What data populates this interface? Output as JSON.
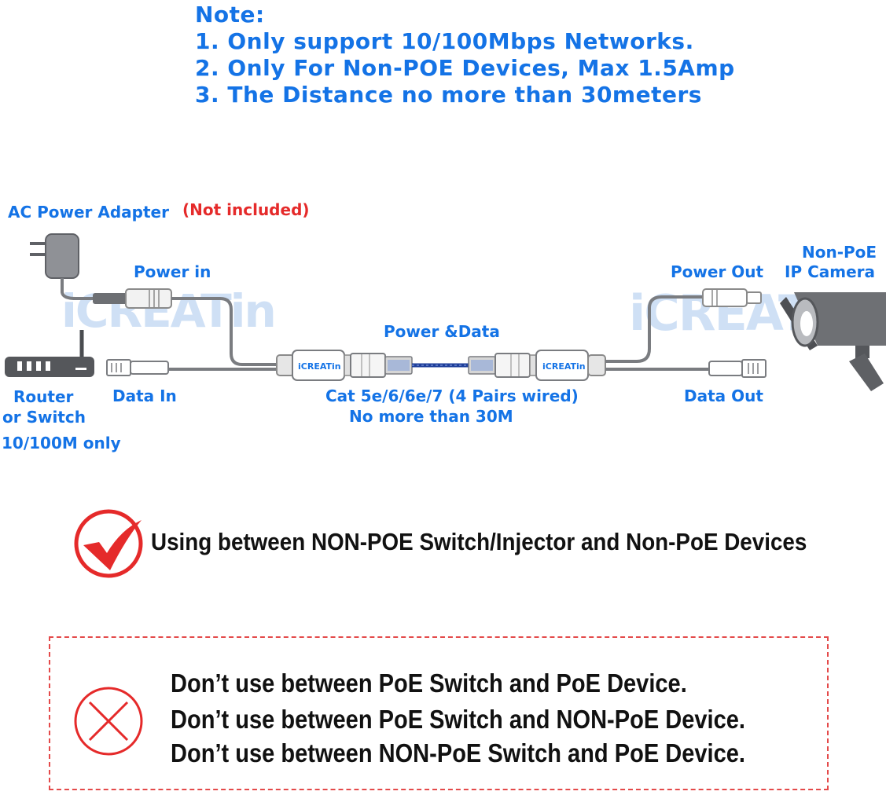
{
  "notes": {
    "heading": "Note:",
    "items": [
      "1. Only support 10/100Mbps Networks.",
      "2. Only For Non-POE Devices,  Max 1.5Amp",
      "3. The Distance no more than 30meters"
    ]
  },
  "diagram": {
    "ac_adapter_label": "AC Power Adapter",
    "not_included_label": "(Not included)",
    "power_in_label": "Power in",
    "power_data_label": "Power &Data",
    "power_out_label": "Power Out",
    "camera_label_line1": "Non-PoE",
    "camera_label_line2": "IP Camera",
    "router_label_line1": "Router",
    "router_label_line2": "or Switch",
    "router_label_line3": "10/100M only",
    "data_in_label": "Data In",
    "data_out_label": "Data Out",
    "cable_label_line1": "Cat 5e/6/6e/7 (4 Pairs wired)",
    "cable_label_line2": "No more than 30M",
    "brand_watermark": "iCREATin",
    "brand_small": "iCREATin"
  },
  "usage": {
    "correct": "Using between NON-POE Switch/Injector and Non-PoE Devices",
    "wrong": [
      "Don’t use between PoE Switch and PoE Device.",
      "Don’t use between PoE Switch and NON-PoE Device.",
      "Don’t use between NON-PoE Switch and PoE Device."
    ]
  },
  "colors": {
    "blue_text": "#1473e6",
    "red": "#e52a2a",
    "cable_blue": "#1f3f9a"
  }
}
